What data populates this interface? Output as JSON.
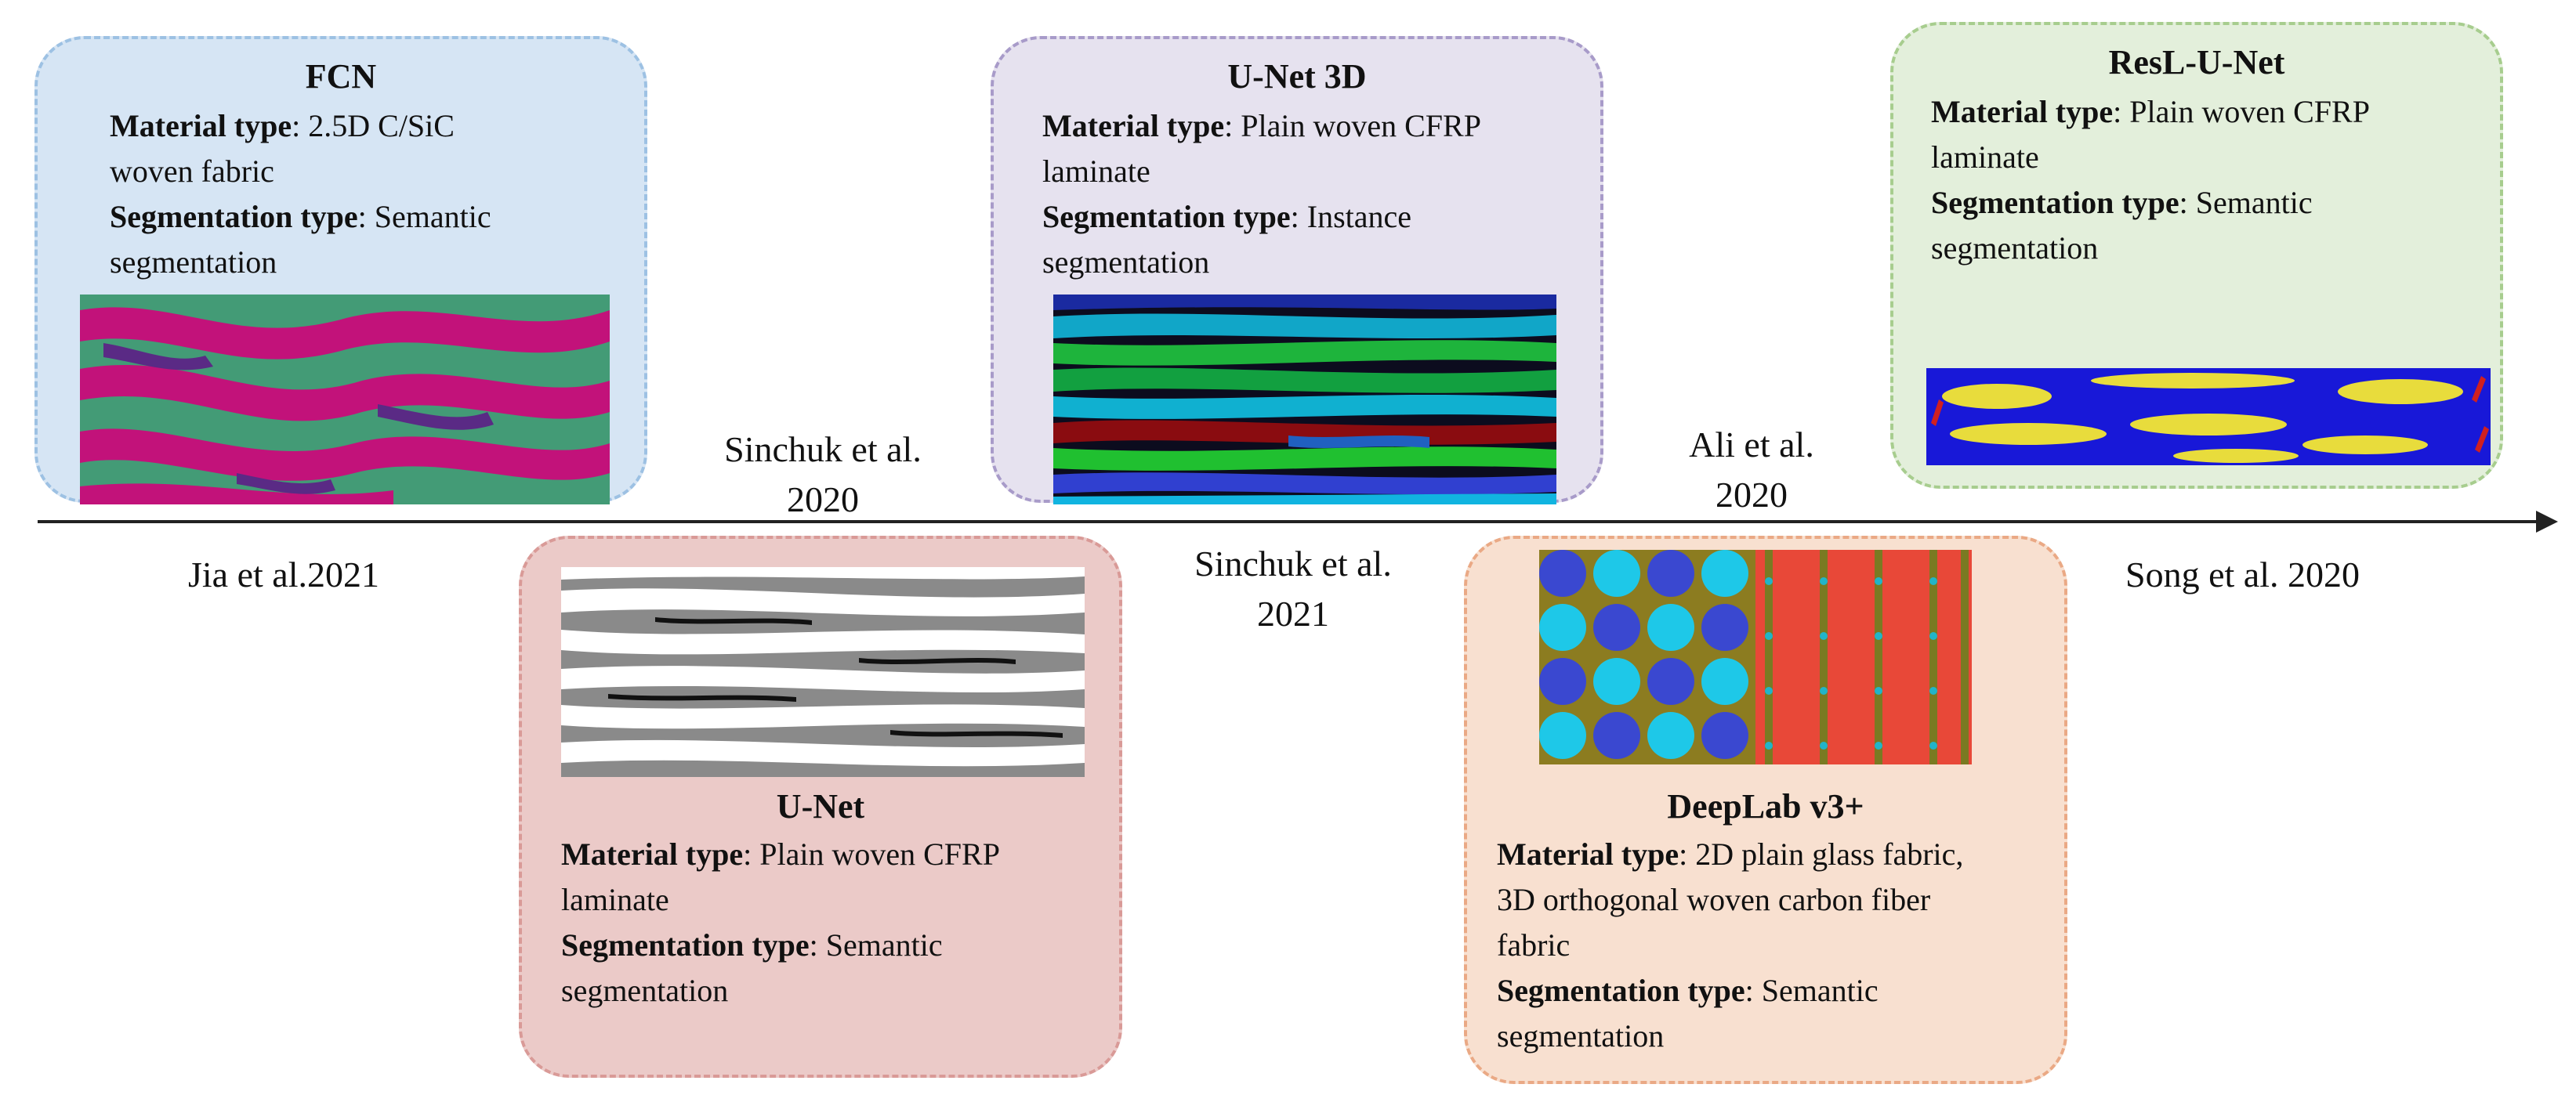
{
  "cards": {
    "fcn": {
      "title": "FCN",
      "material_label": "Material type",
      "material_value": ": 2.5D C/SiC",
      "material_value_2": "woven fabric",
      "segmentation_label": "Segmentation type",
      "segmentation_value": ": Semantic",
      "segmentation_value_2": "segmentation"
    },
    "unet3d": {
      "title": "U-Net 3D",
      "material_label": "Material type",
      "material_value": ": Plain woven CFRP",
      "material_value_2": "laminate",
      "segmentation_label": "Segmentation type",
      "segmentation_value": ": Instance",
      "segmentation_value_2": "segmentation"
    },
    "resl": {
      "title": "ResL-U-Net",
      "material_label": "Material type",
      "material_value": ": Plain woven CFRP",
      "material_value_2": "laminate",
      "segmentation_label": "Segmentation type",
      "segmentation_value": ": Semantic",
      "segmentation_value_2": "segmentation"
    },
    "unet": {
      "title": "U-Net",
      "material_label": "Material type",
      "material_value": ": Plain woven CFRP",
      "material_value_2": "laminate",
      "segmentation_label": "Segmentation type",
      "segmentation_value": ": Semantic",
      "segmentation_value_2": "segmentation"
    },
    "deeplab": {
      "title": "DeepLab v3+",
      "material_label": "Material type",
      "material_value": ": 2D plain glass fabric,",
      "material_value_2": "3D orthogonal woven carbon fiber",
      "material_value_3": "fabric",
      "segmentation_label": "Segmentation type",
      "segmentation_value": ": Semantic",
      "segmentation_value_2": "segmentation"
    }
  },
  "timeline_labels": {
    "jia": "Jia et al.2021",
    "sinchuk2020_line1": "Sinchuk et al.",
    "sinchuk2020_line2": "2020",
    "sinchuk2021_line1": "Sinchuk et al.",
    "sinchuk2021_line2": "2021",
    "ali_line1": "Ali et al.",
    "ali_line2": "2020",
    "song": "Song et al. 2020"
  },
  "colors": {
    "fcn_card": "#d6e5f4",
    "unet3d_card": "#e6e2ef",
    "resl_card": "#e3efdb",
    "unet_card": "#ebcac8",
    "deeplab_card": "#f8e0d0"
  }
}
